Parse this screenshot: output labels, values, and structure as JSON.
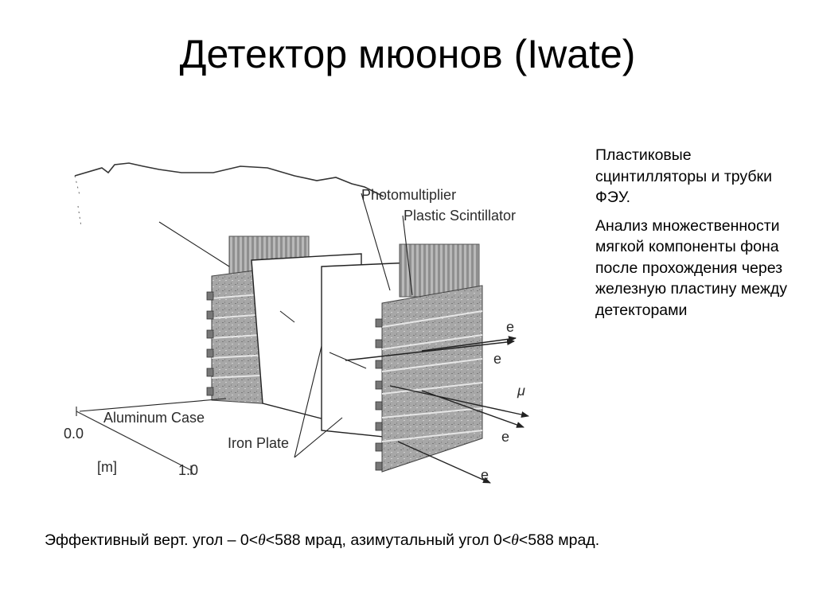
{
  "title": "Детектор мюонов (Iwate)",
  "side_text": {
    "para1": "Пластиковые сцинтилляторы и трубки ФЭУ.",
    "para2": "Анализ множественности мягкой компоненты фона после прохождения через железную пластину между детекторами"
  },
  "bottom_text": {
    "part1": "Эффективный верт. угол – 0<",
    "theta1": "θ",
    "part2": "<588 мрад, азимутальный угол 0<",
    "theta2": "θ",
    "part3": "<588 мрад."
  },
  "figure": {
    "labels": {
      "photomultiplier": "Photomultiplier",
      "plastic_scintillator": "Plastic Scintillator",
      "aluminum_case": "Aluminum Case",
      "iron_plate": "Iron Plate",
      "scale_start": "0.0",
      "scale_unit": "[m]",
      "scale_end": "1.0",
      "particle_e": "e",
      "particle_mu": "μ"
    }
  }
}
